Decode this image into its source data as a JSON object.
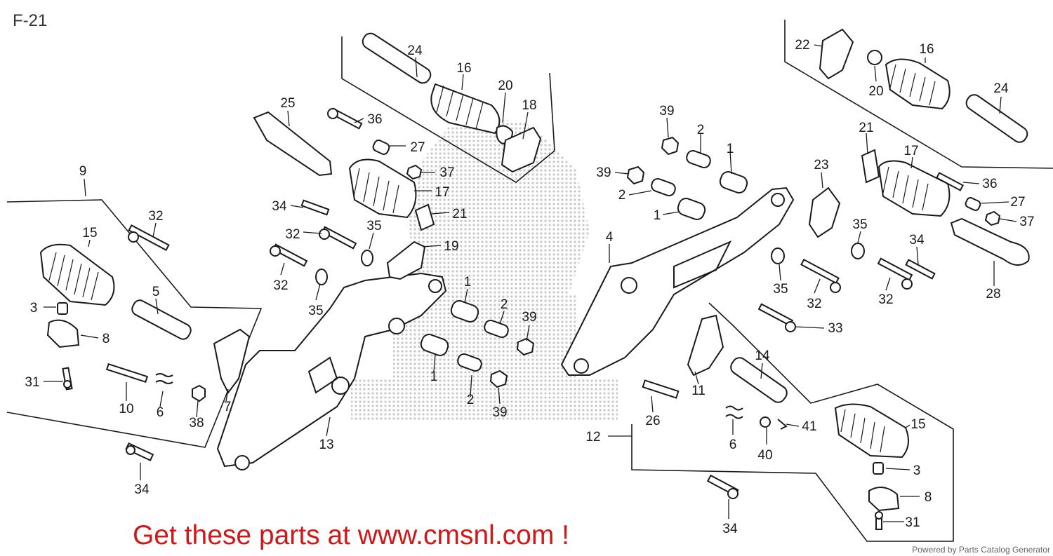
{
  "page": {
    "title": "F-21"
  },
  "promo": {
    "text": "Get these parts at www.cmsnl.com !",
    "color": "#d01818"
  },
  "credit": {
    "text": "Powered by Parts Catalog Generator"
  },
  "callouts": [
    "24",
    "16",
    "20",
    "18",
    "36",
    "25",
    "27",
    "37",
    "17",
    "21",
    "34",
    "32",
    "35",
    "19",
    "9",
    "15",
    "32",
    "3",
    "5",
    "8",
    "31",
    "10",
    "6",
    "38",
    "7",
    "34",
    "13",
    "32",
    "35",
    "1",
    "2",
    "39",
    "1",
    "2",
    "39",
    "39",
    "2",
    "1",
    "39",
    "2",
    "1",
    "4",
    "22",
    "16",
    "20",
    "24",
    "21",
    "17",
    "36",
    "27",
    "37",
    "23",
    "35",
    "34",
    "28",
    "35",
    "32",
    "32",
    "33",
    "11",
    "14",
    "26",
    "12",
    "6",
    "40",
    "41",
    "15",
    "3",
    "8",
    "31",
    "34"
  ],
  "colors": {
    "ink": "#1a1a1a",
    "halftone": "#9a9a9a"
  }
}
